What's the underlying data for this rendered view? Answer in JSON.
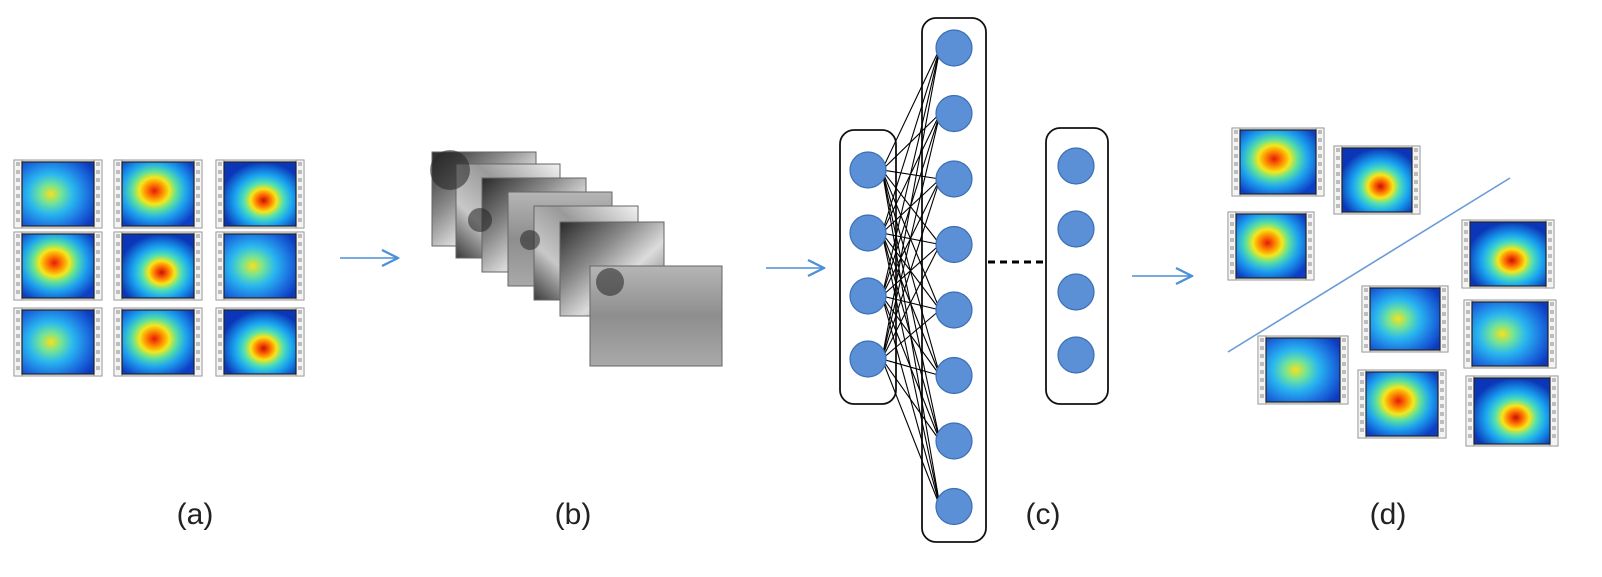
{
  "panels": [
    {
      "id": "a",
      "label": "(a)"
    },
    {
      "id": "b",
      "label": "(b)"
    },
    {
      "id": "c",
      "label": "(c)"
    },
    {
      "id": "d",
      "label": "(d)"
    }
  ],
  "colors": {
    "arrow": "#4a90d9",
    "node_fill": "#5b8fd6",
    "node_stroke": "#3c6fb4",
    "box_stroke": "#111111",
    "separator": "#6a9ad8"
  },
  "network": {
    "input_nodes": 4,
    "hidden_nodes": 8,
    "output_nodes": 4
  }
}
